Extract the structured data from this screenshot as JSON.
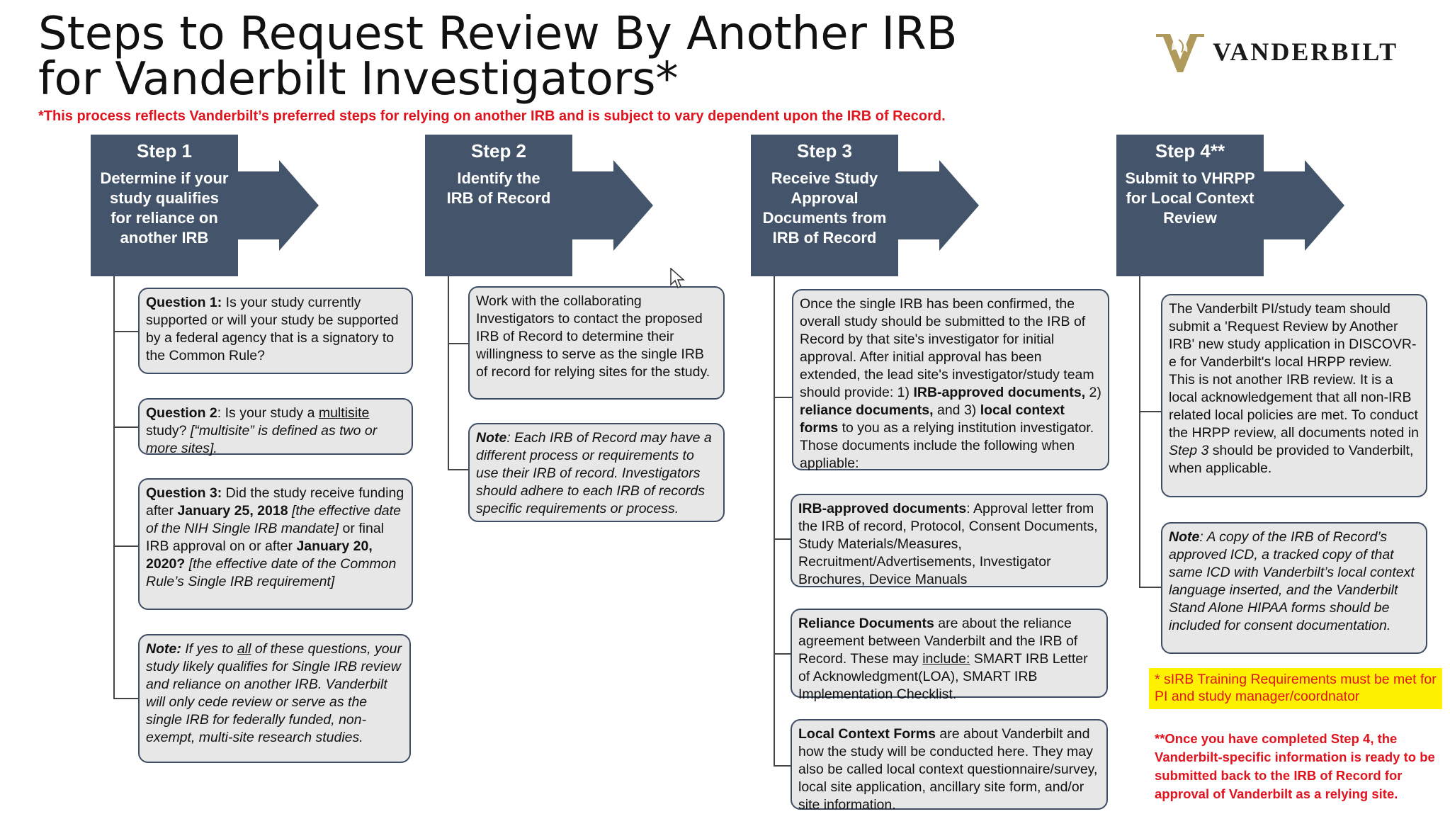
{
  "title_line1": "Steps to Request Review By Another IRB",
  "title_line2": "for Vanderbilt Investigators*",
  "subtitle": "*This process reflects Vanderbilt’s preferred steps for relying on another IRB and is subject to vary dependent upon the IRB of Record.",
  "logo": {
    "text": "VANDERBILT",
    "icon": "oak-leaf-v-icon",
    "color": "#b09a5b"
  },
  "colors": {
    "step_fill": "#44546a",
    "box_fill": "#e7e7e7",
    "box_border": "#3e4d63",
    "red": "#e0141e",
    "yellow": "#fff200"
  },
  "steps": [
    {
      "number": "Step 1",
      "desc_lines": [
        "Determine if your",
        "study qualifies",
        "for reliance on",
        "another IRB"
      ]
    },
    {
      "number": "Step 2",
      "desc_lines": [
        "Identify the",
        "IRB of Record"
      ]
    },
    {
      "number": "Step 3",
      "desc_lines": [
        "Receive Study",
        "Approval",
        "Documents from",
        "IRB of Record"
      ]
    },
    {
      "number": "Step 4**",
      "desc_lines": [
        "Submit to VHRPP",
        "for Local Context",
        "Review"
      ]
    }
  ],
  "step1": {
    "q1_label": "Question 1:",
    "q1_text": " Is your study currently supported or will your study be supported by a federal agency that is a signatory to the Common Rule?",
    "q2_label": "Question 2",
    "q2_text_a": ": Is your study a ",
    "q2_link": "multisite",
    "q2_text_b": " study? ",
    "q2_italic": "[“multisite” is defined as two or more sites].",
    "q3_label": "Question 3:",
    "q3_text_a": " Did the study receive funding after ",
    "q3_date1": "January 25, 2018",
    "q3_italic1": " [the effective date of the NIH Single IRB mandate]",
    "q3_text_b": " or final IRB approval on or after ",
    "q3_date2": "January 20, 2020?",
    "q3_italic2": " [the effective date of the Common Rule’s Single IRB requirement]",
    "note_label": "Note:",
    "note_a": " If yes to ",
    "note_all": "all",
    "note_b": " of these questions, your study likely qualifies for Single IRB review and reliance on another IRB. Vanderbilt will only cede review or serve as the single IRB for federally funded, non-exempt, multi-site research studies."
  },
  "step2": {
    "box1": "Work with the collaborating Investigators to contact the proposed IRB of Record to determine their willingness to serve as the single IRB of record for relying sites for the study.",
    "note_label": "Note",
    "note_text": ": Each IRB of Record may have a different process or requirements to use their IRB of record. Investigators should adhere to each IRB of records specific requirements or process."
  },
  "step3": {
    "box1_a": "Once the single IRB has been confirmed, the overall study should be submitted to the IRB of Record by that site's investigator for initial approval. After initial approval has been extended, the lead site's investigator/study team should provide: 1) ",
    "box1_b1": "IRB-approved documents,",
    "box1_c": " 2) ",
    "box1_b2": "reliance documents,",
    "box1_d": " and 3) ",
    "box1_b3": "local context forms",
    "box1_e": " to you as a relying institution investigator. Those documents include the following when appliable:",
    "box2_label": "IRB-approved documents",
    "box2_text": ": Approval letter from the IRB of record, Protocol, Consent Documents, Study Materials/Measures, Recruitment/Advertisements, Investigator Brochures, Device Manuals",
    "box3_label": "Reliance Documents",
    "box3_text_a": " are about the reliance agreement between Vanderbilt and the IRB of Record. These may ",
    "box3_include": "include:",
    "box3_text_b": " SMART IRB Letter of Acknowledgment(LOA), SMART IRB Implementation Checklist.",
    "box4_label": "Local Context Forms",
    "box4_text": " are about Vanderbilt and how the study will be conducted here. They may also be called  local context questionnaire/survey, local site application, ancillary site form, and/or site information."
  },
  "step4": {
    "box1_a": "The Vanderbilt PI/study team should submit a 'Request Review by Another IRB' new study application in DISCOVR-e for Vanderbilt's local HRPP review. This is not another IRB review. It is a local acknowledgement that all non-IRB related local policies are met. To conduct the HRPP review, all documents noted in ",
    "box1_step": "Step 3",
    "box1_b": " should be provided to Vanderbilt, when applicable.",
    "note_label": "Note",
    "note_text": ": A copy of the IRB of Record’s approved ICD,  a tracked copy of that same ICD with Vanderbilt’s local context language inserted, and the Vanderbilt Stand Alone HIPAA forms should be included for consent documentation.",
    "training": "* sIRB Training Requirements must be met for PI and study manager/coordnator",
    "final_note": "**Once you have completed Step 4, the Vanderbilt-specific information is ready to be submitted back to the IRB of Record for approval of Vanderbilt as a relying site."
  }
}
